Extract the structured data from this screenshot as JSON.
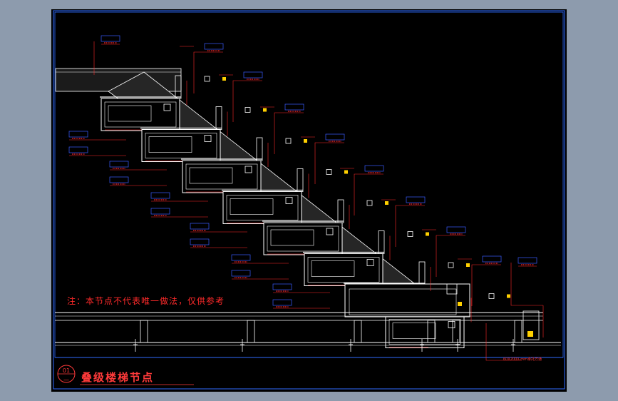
{
  "drawing": {
    "title": "叠级楼梯节点",
    "note": "注：本节点不代表唯一做法，仅供参考",
    "detail_number": "01",
    "detail_sub": "—",
    "bottom_ref_label": "60X200X-mm承托方通"
  },
  "colors": {
    "background_outer": "#8d9bad",
    "sheet": "#000000",
    "frame_blue": "#2f6cff",
    "line_white": "#ffffff",
    "annotation_red": "#ff2a2a",
    "tag_blue": "#3a5cff",
    "dim_yellow": "#ffd000"
  }
}
